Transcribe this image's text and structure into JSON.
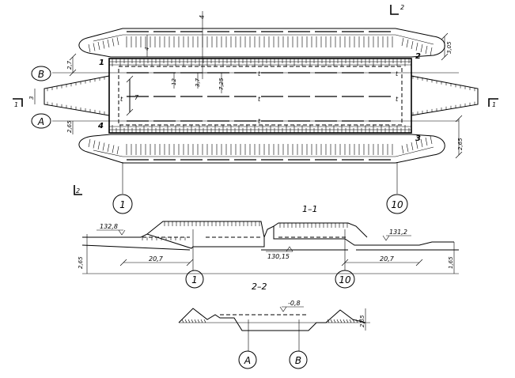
{
  "plan": {
    "axis_labels": {
      "b": "В",
      "a": "А",
      "axis_1": "1",
      "axis_10": "10"
    },
    "section_marks": {
      "s1_left": "1",
      "s1_right": "1",
      "s2_top": "2",
      "s2_bottom": "2"
    },
    "corner_numbers": {
      "c1": "1",
      "c2": "2",
      "c3": "3",
      "c4": "4"
    },
    "dims": {
      "left_top": "2,7",
      "left_mid": "3",
      "left_bot": "2,65",
      "right_top": "3,05",
      "right_bot": "2,65",
      "inner_7": "7",
      "top_4": "4",
      "top_12": "12",
      "top_37": "3,7",
      "top_725": "7,25",
      "top_4b": "4"
    },
    "interior_marks": [
      "t",
      "t",
      "t",
      "t",
      "t",
      "t"
    ]
  },
  "section_1_1": {
    "title": "1–1",
    "elev_left": "132,8",
    "elev_right": "131,2",
    "elev_mid": "130,15",
    "dim_left_len": "20,7",
    "dim_right_len": "20,7",
    "dim_left_h": "2,65",
    "dim_right_h": "1,65",
    "axis_1": "1",
    "axis_10": "10"
  },
  "section_2_2": {
    "title": "2–2",
    "elev": "-0,8",
    "dim_h": "2,65",
    "axis_a": "А",
    "axis_b": "В"
  }
}
